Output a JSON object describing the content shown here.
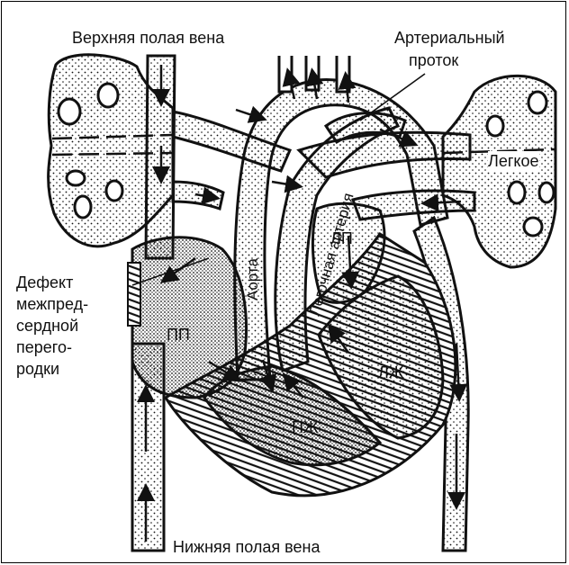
{
  "labels": {
    "superior_vena_cava": "Верхняя полая вена",
    "ductus_arteriosus_line1": "Артериальный",
    "ductus_arteriosus_line2": "проток",
    "lung": "Легкое",
    "aorta": "Аорта",
    "pulmonary_artery": "Легочная артерия",
    "left_atrium": "ЛП",
    "left_ventricle": "ЛЖ",
    "right_atrium": "ПП",
    "right_ventricle": "ПЖ",
    "septal_defect_lines": [
      "Дефект",
      "межпред-",
      "сердной",
      "перего-",
      "родки"
    ],
    "inferior_vena_cava": "Нижняя полая вена"
  },
  "colors": {
    "ink": "#111111",
    "background": "#ffffff"
  }
}
